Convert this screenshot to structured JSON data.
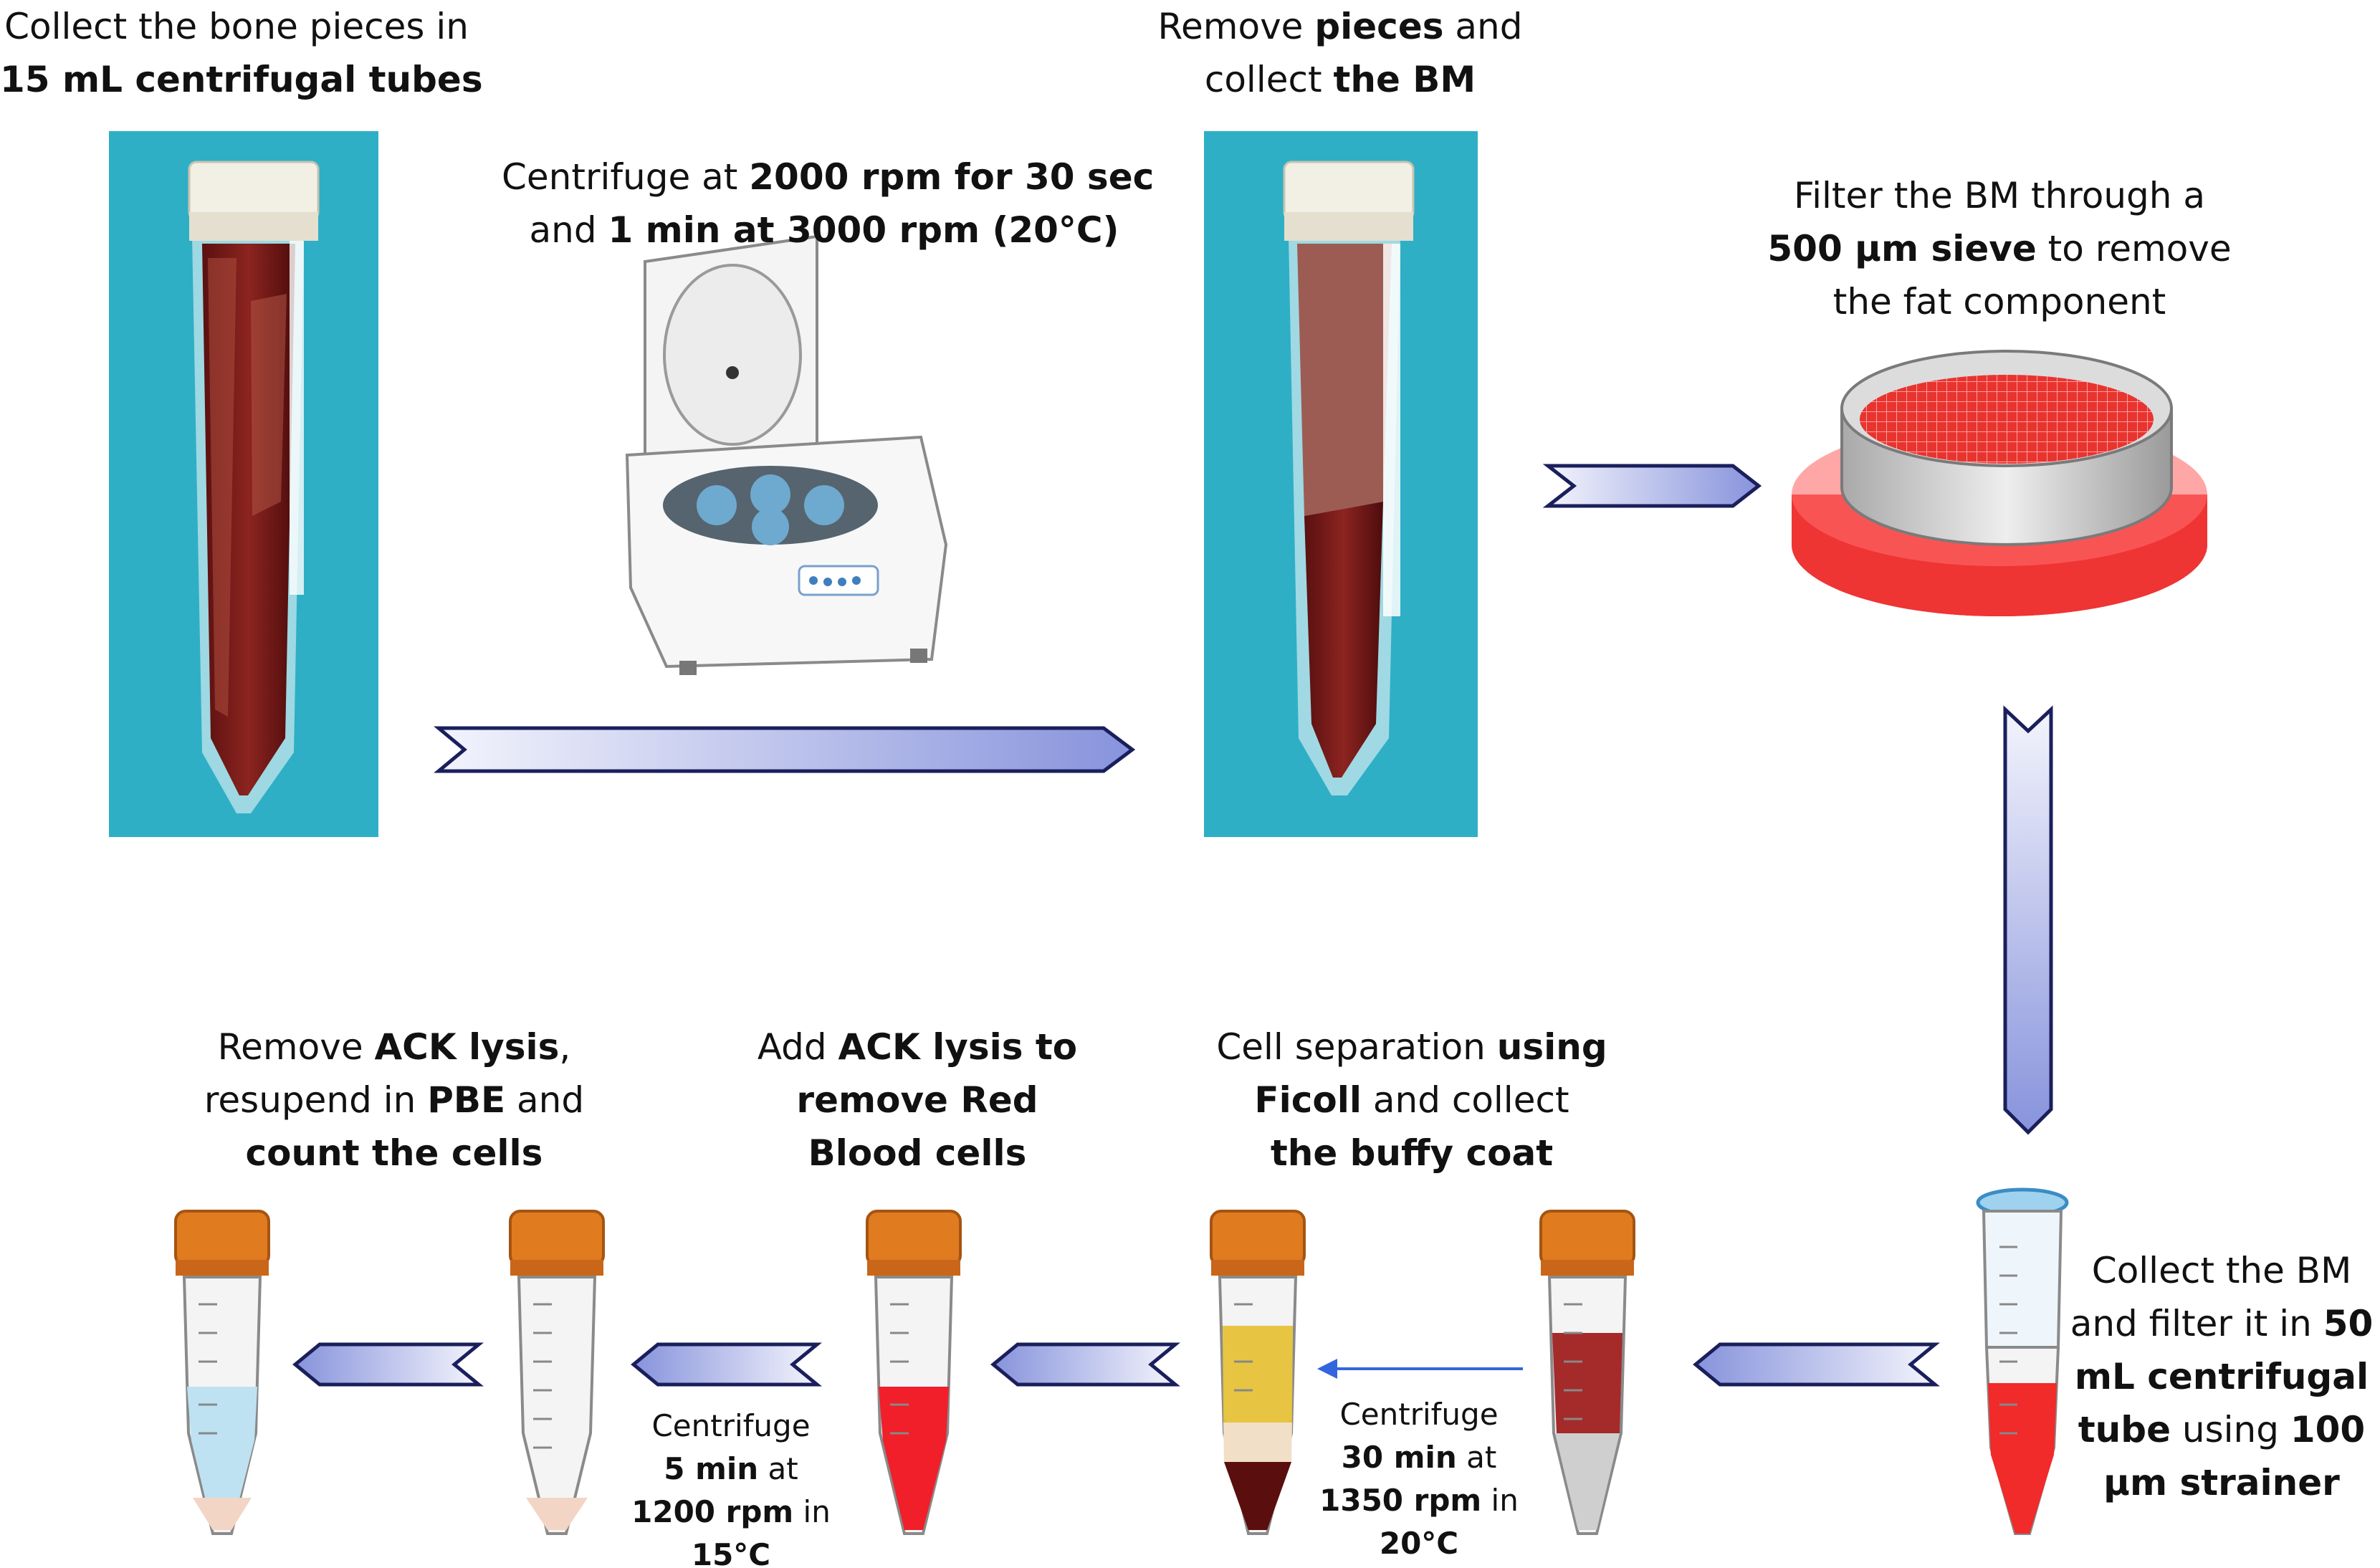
{
  "steps": {
    "collect_pieces": {
      "line1": "Collect the bone pieces in",
      "line2_bold": "15 mL centrifugal tubes"
    },
    "centrifuge1": {
      "l1_a": "Centrifuge at ",
      "l1_b": "2000 rpm for 30 sec",
      "l2_a": "and ",
      "l2_b": "1 min at 3000 rpm (20°C)"
    },
    "remove_pieces": {
      "l1_a": "Remove ",
      "l1_b": "pieces",
      "l1_c": " and",
      "l2_a": "collect ",
      "l2_b": "the BM"
    },
    "filter_sieve": {
      "line1": "Filter the BM through a",
      "l2_b": "500 µm sieve",
      "l2_c": " to remove",
      "line3": "the fat component"
    },
    "collect_filter": {
      "line1": "Collect the BM",
      "l2_a": "and filter it in ",
      "l2_b": "50",
      "line3_b": "mL centrifugal",
      "l4_b": "tube",
      "l4_c": " using ",
      "l4_d": "100",
      "line5_b": "µm strainer"
    },
    "ficoll": {
      "l1_a": "Cell separation ",
      "l1_b": "using",
      "l2_b": "Ficoll",
      "l2_c": " and collect",
      "line3_b": "the buffy coat"
    },
    "centrifuge2": {
      "line1": "Centrifuge",
      "l2_b": "30 min",
      "l2_c": " at",
      "l3_b": "1350 rpm",
      "l3_c": " in",
      "line4_b": "20°C"
    },
    "ack_add": {
      "l1_a": "Add ",
      "l1_b": "ACK lysis to",
      "line2_b": "remove Red",
      "line3_b": "Blood cells"
    },
    "centrifuge3": {
      "line1": "Centrifuge",
      "l2_b": "5 min",
      "l2_c": " at",
      "l3_b": "1200 rpm",
      "l3_c": " in",
      "line4_b": "15°C"
    },
    "ack_remove": {
      "l1_a": "Remove ",
      "l1_b": "ACK lysis",
      "l1_c": ",",
      "l2_a": "resupend in ",
      "l2_b": "PBE",
      "l2_c": " and",
      "line3_b": "count the cells"
    }
  },
  "colors": {
    "arrow_fill_light": "#eef0fb",
    "arrow_fill_dark": "#8f9be0",
    "arrow_stroke": "#1a1f5c",
    "photo_bg": "#2fb6cc",
    "blood": "#6e1616",
    "tube_cap": "#e07b20",
    "thin_arrow": "#3366dd"
  },
  "icons": {
    "photo_tube": "photo-tube-icon",
    "centrifuge": "centrifuge-icon",
    "sieve": "sieve-icon",
    "strainer_tube": "strainer-tube-icon",
    "capped_tube": "capped-tube-icon"
  }
}
